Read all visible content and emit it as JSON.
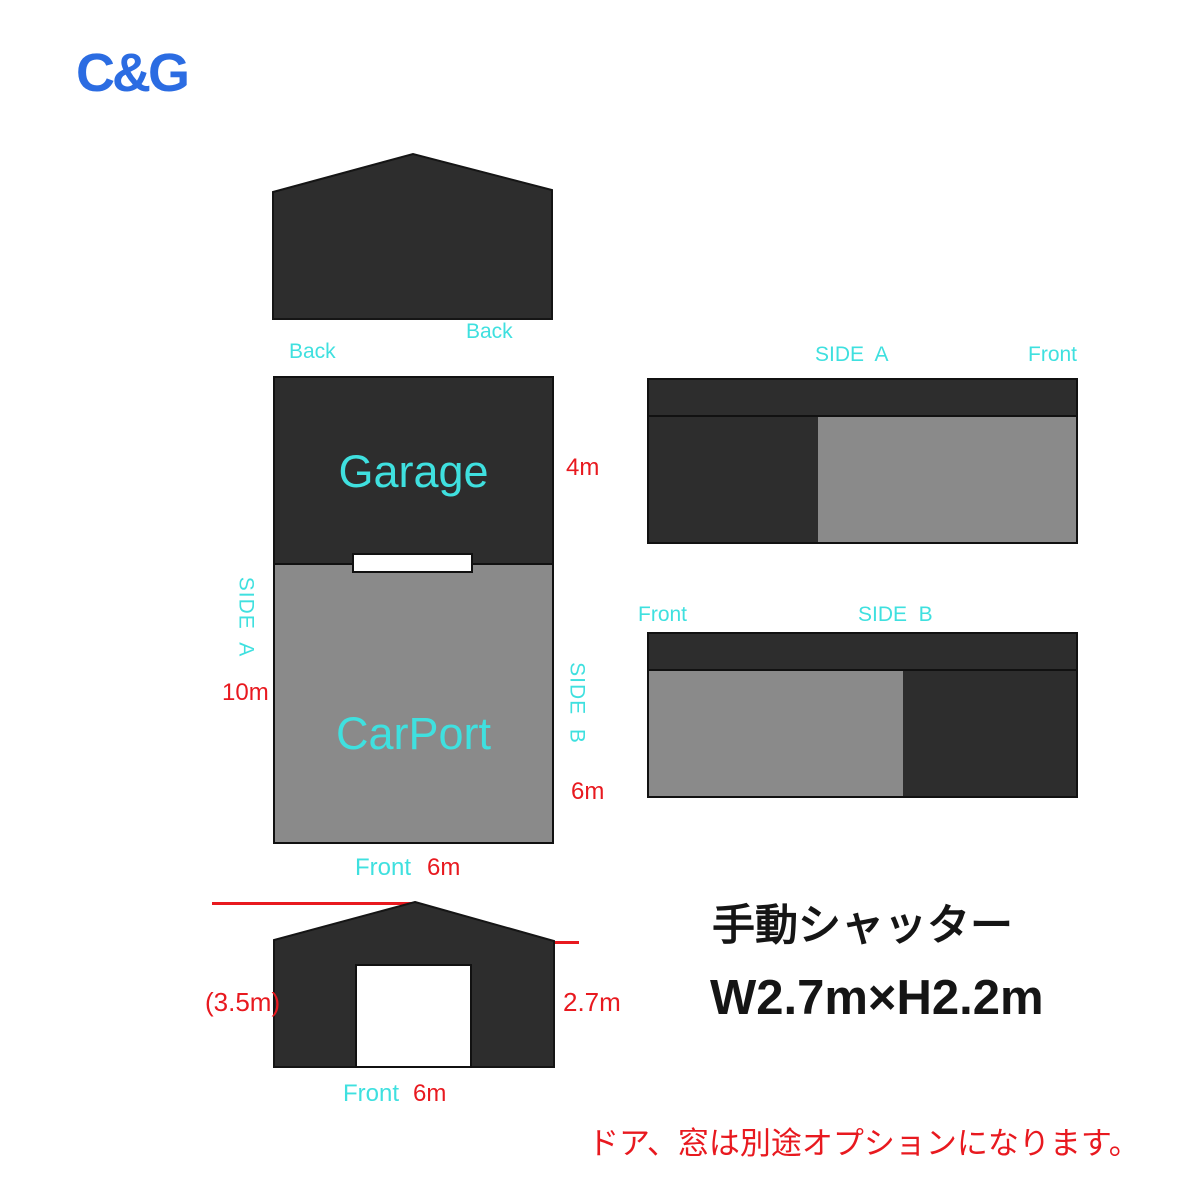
{
  "colors": {
    "building_dark": "#2d2d2d",
    "carport_gray": "#8a8a8a",
    "label_cyan": "#3fe0df",
    "dimension_red": "#e8191f",
    "logo_blue": "#2b6ce2"
  },
  "logo": {
    "text": "C&G"
  },
  "back_view": {
    "label": "Back"
  },
  "plan_view": {
    "back_label": "Back",
    "garage_label": "Garage",
    "carport_label": "CarPort",
    "side_a_label": "SIDE  A",
    "side_b_label": "SIDE  B",
    "depth_dim": "10m",
    "garage_depth_dim": "4m",
    "carport_depth_dim": "6m",
    "front_label": "Front",
    "width_dim": "6m"
  },
  "side_a_view": {
    "title": "SIDE  A",
    "front_label": "Front"
  },
  "side_b_view": {
    "title": "SIDE  B",
    "front_label": "Front"
  },
  "front_view": {
    "ridge_height_dim": "(3.5m)",
    "eave_height_dim": "2.7m",
    "front_label": "Front",
    "width_dim": "6m"
  },
  "shutter_note": {
    "line1": "手動シャッター",
    "line2": "W2.7m×H2.2m"
  },
  "footnote": "ドア、窓は別途オプションになります。"
}
